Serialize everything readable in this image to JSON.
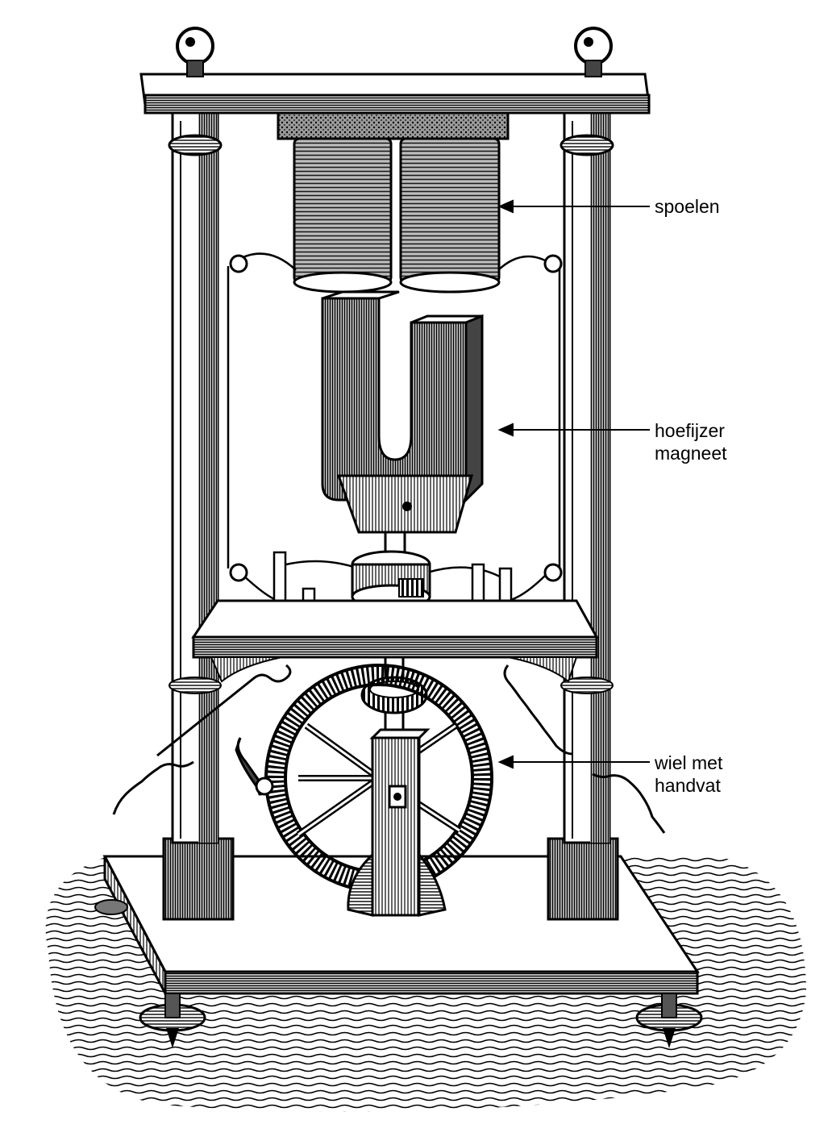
{
  "figure": {
    "labels": {
      "coils": "spoelen",
      "magnet_line1": "hoefijzer",
      "magnet_line2": "magneet",
      "wheel_line1": "wiel met",
      "wheel_line2": "handvat"
    }
  },
  "colors": {
    "ink": "#000000",
    "paper": "#ffffff",
    "shade": "#3a3a3a",
    "mid": "#7a7a7a",
    "light": "#cfcfcf"
  }
}
